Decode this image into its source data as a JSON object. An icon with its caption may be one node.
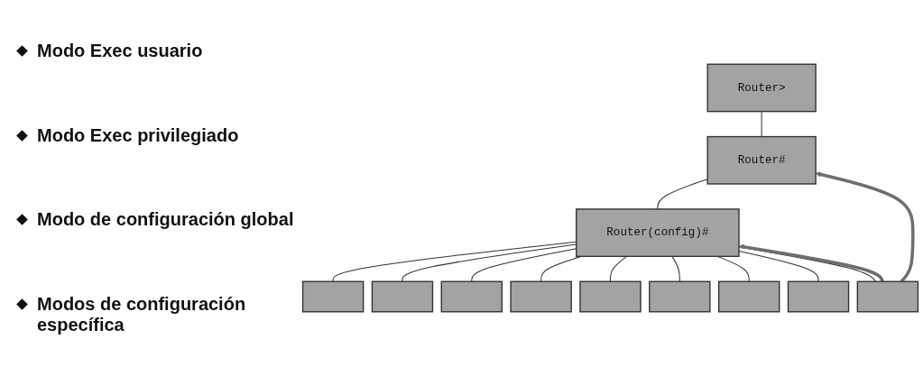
{
  "diagram": {
    "nodes": [
      {
        "text": [
          "Router>"
        ]
      },
      {
        "text": [
          "Router#"
        ]
      },
      {
        "text": [
          "Router(config)#"
        ]
      },
      {
        "text": [],
        "shape": "box"
      },
      {
        "text": [],
        "shape": "box"
      },
      {
        "text": [],
        "shape": "box"
      },
      {
        "text": [],
        "shape": "box"
      },
      {
        "text": [],
        "shape": "box"
      },
      {
        "text": [],
        "shape": "box"
      },
      {
        "text": [],
        "shape": "box"
      },
      {
        "text": [],
        "shape": "box"
      },
      {
        "text": [],
        "shape": "box"
      }
    ],
    "edges": [
      {
        "from": 0,
        "to": 1,
        "arrow": "none"
      },
      {
        "from": 1,
        "to": 2,
        "arrow": "none"
      },
      {
        "from": 2,
        "to": 3,
        "arrow": "none"
      },
      {
        "from": 2,
        "to": 4,
        "arrow": "none"
      },
      {
        "from": 2,
        "to": 5,
        "arrow": "none"
      },
      {
        "from": 2,
        "to": 6,
        "arrow": "none"
      },
      {
        "from": 2,
        "to": 7,
        "arrow": "none"
      },
      {
        "from": 2,
        "to": 8,
        "arrow": "none"
      },
      {
        "from": 2,
        "to": 9,
        "arrow": "none"
      },
      {
        "from": 2,
        "to": 10,
        "arrow": "none"
      },
      {
        "from": 2,
        "to": 11,
        "arrow": "none"
      },
      {
        "from": 11,
        "to": 1,
        "arrow": "to",
        "style": "thick",
        "color": "#6e6e6e"
      },
      {
        "from": 11,
        "to": 2,
        "arrow": "to",
        "style": "thick",
        "color": "#6e6e6e"
      }
    ],
    "labels": [
      "Modo Exec usuario",
      "Modo Exec privilegiado",
      "Modo de configuración global",
      "Modos de configuración específica"
    ]
  }
}
